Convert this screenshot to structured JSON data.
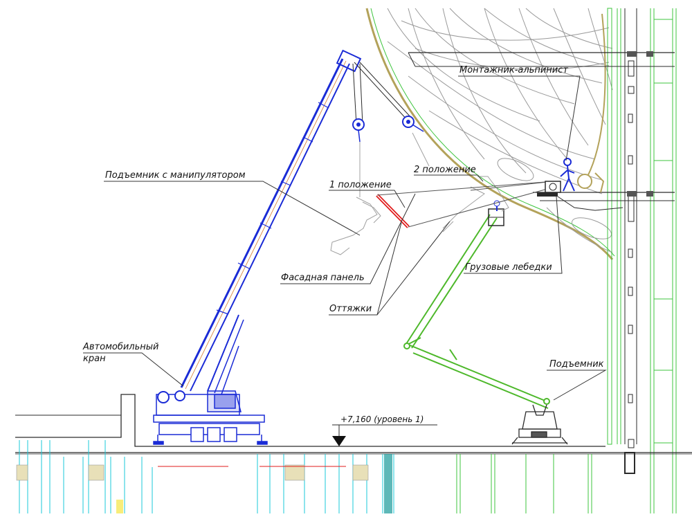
{
  "labels": {
    "lift_with_manipulator": "Подъемник с манипулятором",
    "position_1": "1 положение",
    "position_2": "2 положение",
    "climber_installer": "Монтажник-альпинист",
    "facade_panel": "Фасадная панель",
    "cargo_winches": "Грузовые лебедки",
    "guy_ropes": "Оттяжки",
    "mobile_crane_line1": "Автомобильный",
    "mobile_crane_line2": "кран",
    "lift": "Подъемник",
    "level_mark": "+7,160 (уровень 1)"
  },
  "colors": {
    "crane_boom": "#1a2bd6",
    "lift_boom": "#4db82a",
    "panel": "#e11b1b",
    "structure": "#2a2a2a",
    "facade_green": "#3cc43c",
    "foundation_cyan": "#19c8d8",
    "dome_lines": "#9a9a9a",
    "leader": "#333333",
    "rope": "#8a8a8a"
  }
}
